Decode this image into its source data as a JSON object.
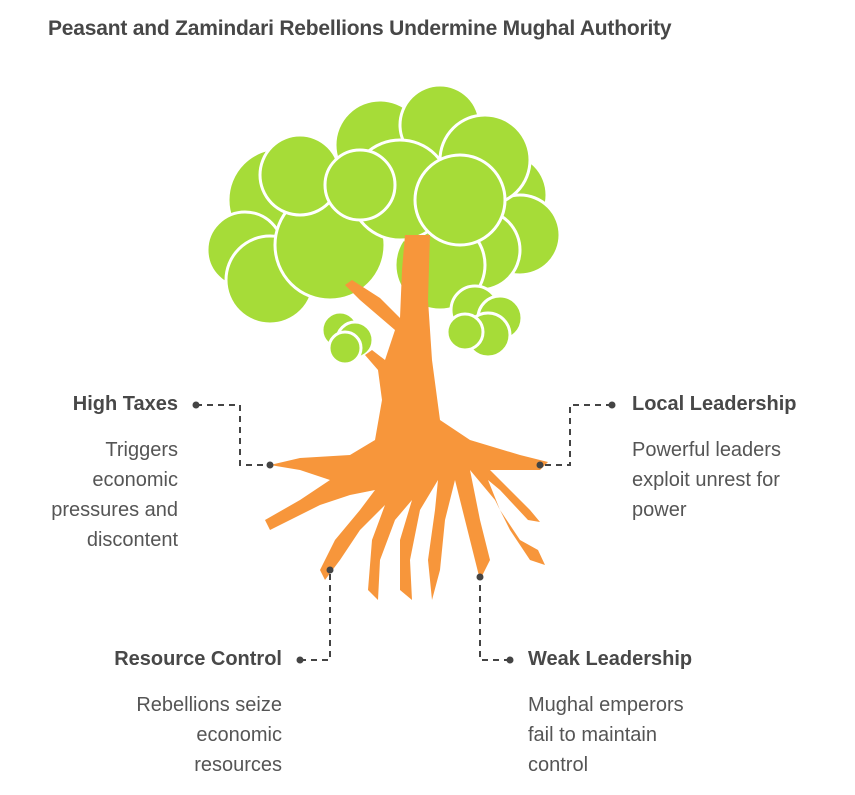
{
  "title": "Peasant and Zamindari Rebellions Undermine Mughal Authority",
  "colors": {
    "foliage": "#a6dc38",
    "trunk": "#f7963b",
    "connector": "#444444",
    "text": "#484848"
  },
  "items": [
    {
      "id": "high-taxes",
      "label": "High Taxes",
      "description": "Triggers economic pressures and discontent",
      "lines": [
        "Triggers",
        "economic",
        "pressures and",
        "discontent"
      ],
      "side": "left"
    },
    {
      "id": "local-leadership",
      "label": "Local Leadership",
      "description": "Powerful leaders exploit unrest for power",
      "lines": [
        "Powerful leaders",
        "exploit unrest for",
        "power"
      ],
      "side": "right"
    },
    {
      "id": "resource-control",
      "label": "Resource Control",
      "description": "Rebellions seize economic resources",
      "lines": [
        "Rebellions seize",
        "economic",
        "resources"
      ],
      "side": "left"
    },
    {
      "id": "weak-leadership",
      "label": "Weak Leadership",
      "description": "Mughal emperors fail to maintain control",
      "lines": [
        "Mughal emperors",
        "fail to maintain",
        "control"
      ],
      "side": "right"
    }
  ]
}
